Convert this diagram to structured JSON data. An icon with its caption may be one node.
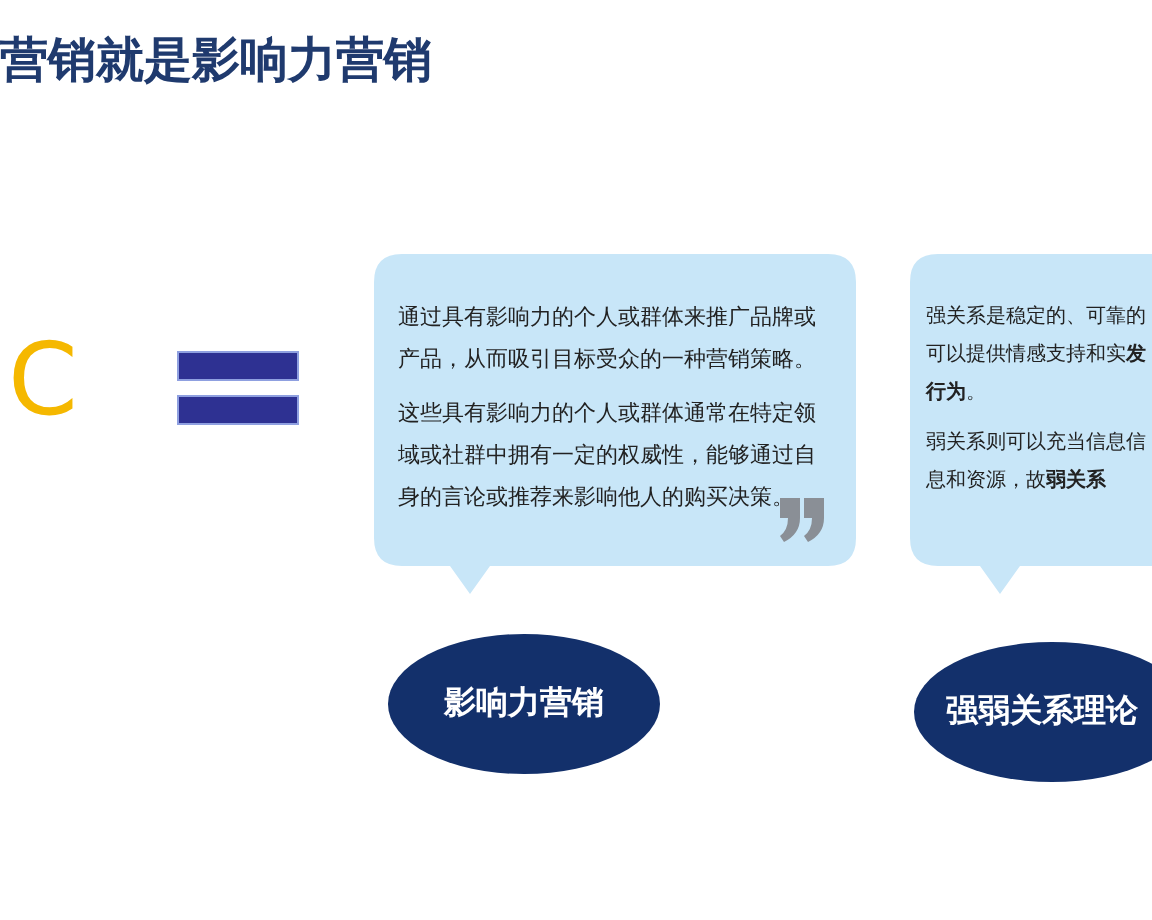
{
  "diagram": {
    "title": "营销就是影响力营销",
    "nodes": [
      {
        "text": [
          "通过具有影响力的个人或群体来推广品牌或产品，从而吸引目标受众的一种营销策略。",
          "这些具有影响力的个人或群体通常在特定领域或社群中拥有一定的权威性，能够通过自身的言论或推荐来影响他人的购买决策。"
        ]
      },
      {
        "text": [
          "影响力营销"
        ]
      },
      {
        "text": [
          "强关系是稳定的、可靠的可以提供情感支持和实**发行为**。",
          "弱关系则可以充当信息信息和资源，故**弱关系**"
        ]
      },
      {
        "text": [
          "强弱关系理论"
        ]
      }
    ],
    "labels": [
      "C"
    ]
  }
}
